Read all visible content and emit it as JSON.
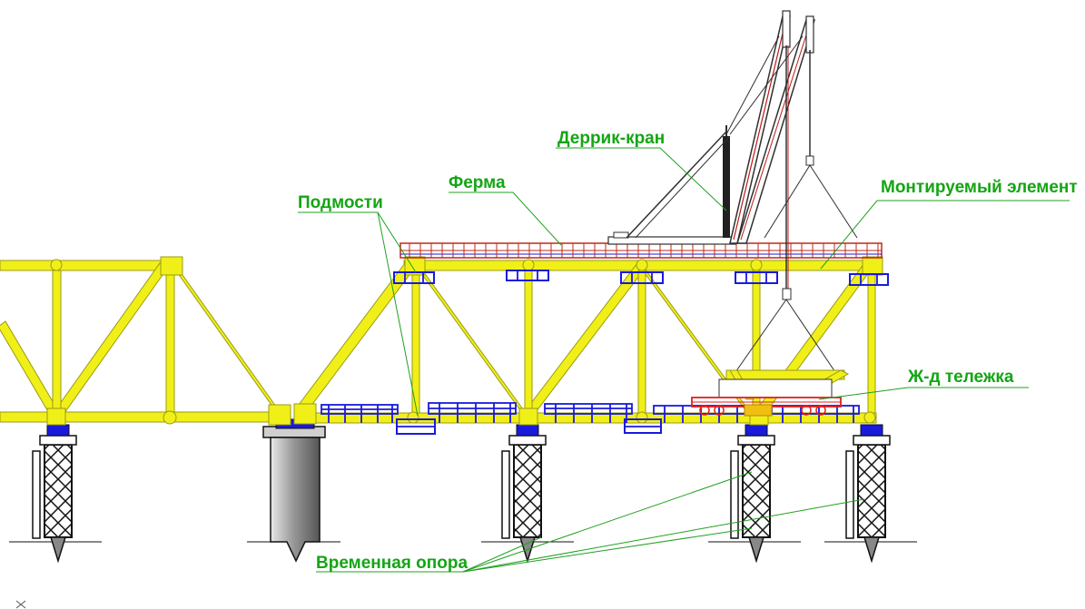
{
  "labels": {
    "derrick_crane": "Деррик-кран",
    "truss": "Ферма",
    "scaffolding": "Подмости",
    "mounted_element": "Монтируемый элемент",
    "rail_trolley": "Ж-д тележка",
    "temporary_support": "Временная опора"
  },
  "colors": {
    "truss": "#f0f018",
    "truss_outline": "#9a9a14",
    "scaffold": "#1a1adc",
    "tower": "#101010",
    "crane": "#303030",
    "crane_accent": "#d01818",
    "rail": "#c0281a",
    "trolley": "#e02020",
    "label": "#14a514",
    "leader": "#20a020",
    "pier": "#a8a8a8"
  }
}
